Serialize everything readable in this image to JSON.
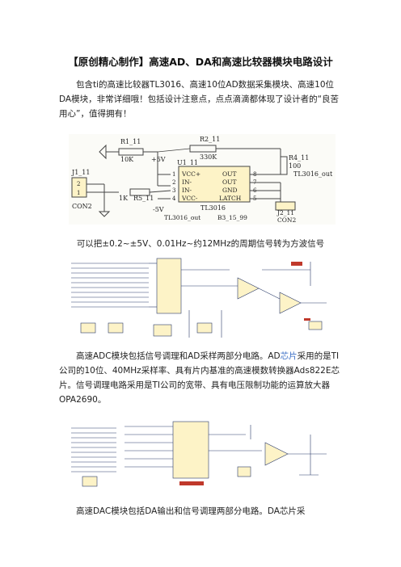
{
  "title": "【原创精心制作】高速AD、DA和高速比较器模块电路设计",
  "intro": "包含ti的高速比较器TL3016、高速10位AD数据采集模块、高速10位DA模块，非常详细哦！包括设计注意点，点点滴滴都体现了设计者的“良苦用心”，值得拥有！",
  "fig1": {
    "r1": "R1_11",
    "r1_val": "10K",
    "r2": "R2_11",
    "r2_val": "330K",
    "r4": "R4_11",
    "r4_val": "100",
    "r5_val": "1K",
    "r5": "R5_11",
    "u1": "U1_11",
    "chip": "TL3016",
    "plus5": "+5V",
    "minus5": "-5V",
    "pins_left": [
      "VCC+",
      "IN-",
      "IN-",
      "VCC-"
    ],
    "pins_right": [
      "OUT",
      "OUT",
      "GND",
      "LATCH"
    ],
    "nums_left": [
      "1",
      "2",
      "3",
      "4"
    ],
    "nums_right": [
      "8",
      "7",
      "6",
      "5"
    ],
    "j1": "J1_11",
    "j1_con": "CON2",
    "j2": "J2_11",
    "j2_con": "CON2",
    "out_label": "TL3016_out",
    "out_label2": "TL3016_out",
    "ref": "B3_15_99"
  },
  "caption1": "可以把±0.2~±5V、0.01Hz~约12MHz的周期信号转为方波信号",
  "adc_para": {
    "part1": "高速ADC模块包括信号调理和AD采样两部分电路。AD",
    "link": "芯片",
    "part2": "采用的是TI公司的10位、40MHz采样率、具有片内基准的高速模数转换器Ads822E芯片。信号调理电路采用是TI公司的宽带、具有电压限制功能的运算放大器OPA2690。"
  },
  "dac_para": {
    "text": "高速DAC模块包括DA输出和信号调理两部分电路。DA芯片采"
  }
}
